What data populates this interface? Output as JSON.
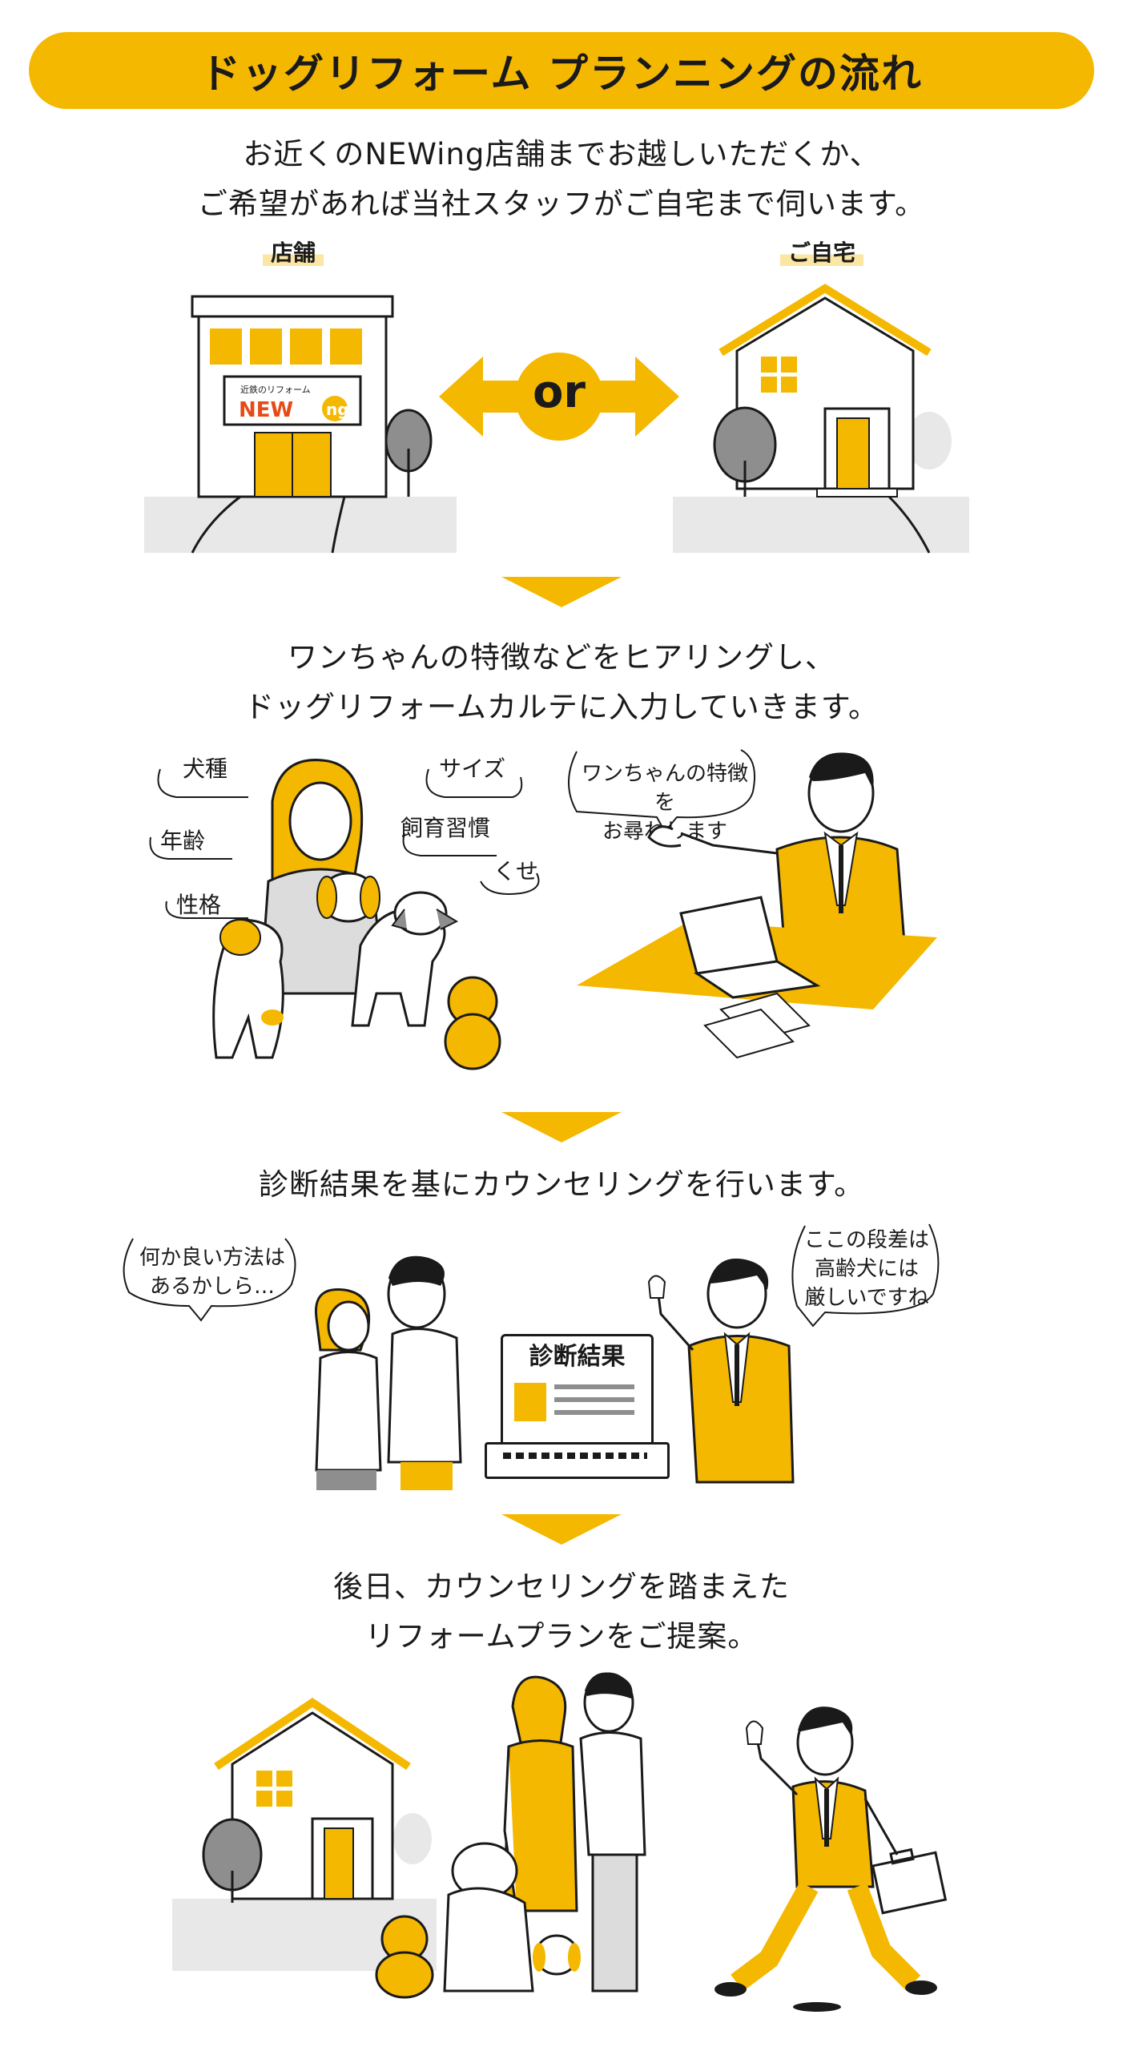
{
  "banner": {
    "title": "ドッグリフォーム プランニングの流れ"
  },
  "colors": {
    "accent": "#f5b800",
    "ground": "#e8e8e8",
    "line": "#1a1a1a",
    "tree": "#8e8e8e",
    "logo_red": "#e64a19"
  },
  "step1": {
    "text_line1": "お近くのNEWing店舗までお越しいただくか、",
    "text_line2": "ご希望があれば当社スタッフがご自宅まで伺います。",
    "store_label": "店舗",
    "home_label": "ご自宅",
    "or_label": "or",
    "store_sign_small": "近鉄のリフォーム",
    "store_sign_big": "NEW",
    "store_sign_ing": "ng"
  },
  "step2": {
    "text_line1": "ワンちゃんの特徴などをヒアリングし、",
    "text_line2": "ドッグリフォームカルテに入力していきます。",
    "words": [
      "犬種",
      "年齢",
      "性格",
      "サイズ",
      "飼育習慣",
      "くせ"
    ],
    "staff_bubble_line1": "ワンちゃんの特徴を",
    "staff_bubble_line2": "お尋ねします"
  },
  "step3": {
    "text": "診断結果を基にカウンセリングを行います。",
    "customer_bubble_line1": "何か良い方法は",
    "customer_bubble_line2": "あるかしら…",
    "staff_bubble_line1": "ここの段差は",
    "staff_bubble_line2": "高齢犬には",
    "staff_bubble_line3": "厳しいですね",
    "screen_title": "診断結果"
  },
  "step4": {
    "text_line1": "後日、カウンセリングを踏まえた",
    "text_line2": "リフォームプランをご提案。"
  },
  "icons": [
    "store-icon",
    "house-icon",
    "double-arrow-icon",
    "tree-icon",
    "woman-icon",
    "dog-icon",
    "staff-icon",
    "laptop-icon",
    "couple-icon",
    "briefcase-icon"
  ]
}
